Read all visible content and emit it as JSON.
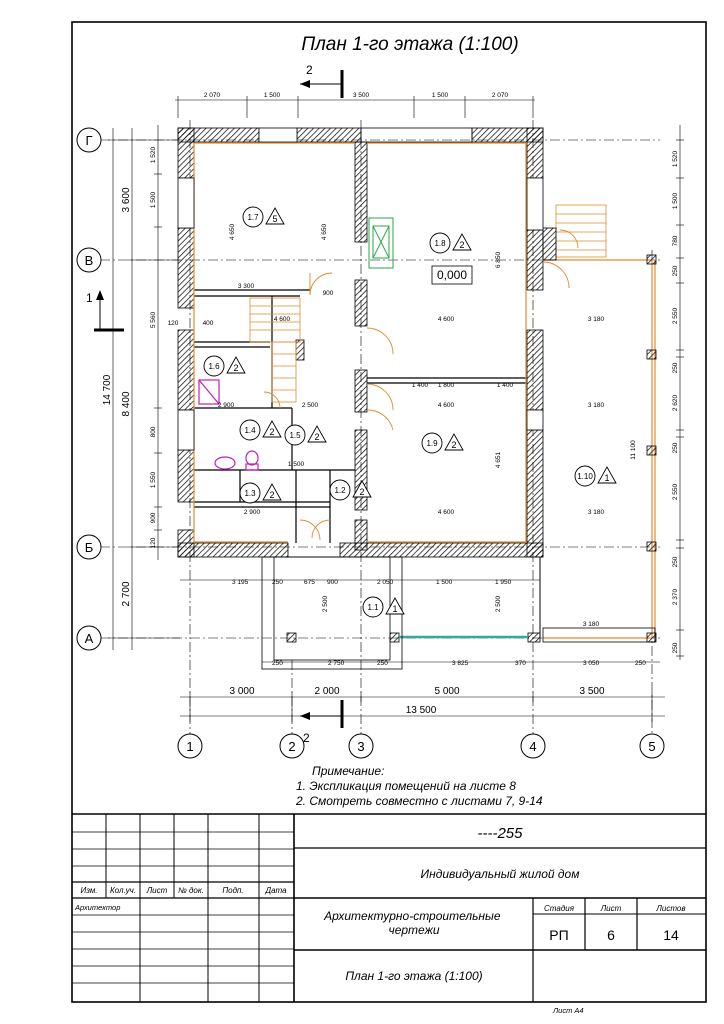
{
  "title": "План 1-го этажа (1:100)",
  "section_marks": {
    "top": "2",
    "bottom": "2",
    "left": "1"
  },
  "axes": {
    "horizontal": [
      "Г",
      "В",
      "Б",
      "А"
    ],
    "vertical": [
      "1",
      "2",
      "3",
      "4",
      "5"
    ]
  },
  "top_dims": [
    "2 070",
    "1 500",
    "3 500",
    "1 500",
    "2 070"
  ],
  "bottom_dims_row1": [
    "3 195",
    "250",
    "675",
    "900",
    "2 050",
    "1 500",
    "1 950"
  ],
  "bottom_dims_row2": [
    "250",
    "2 750",
    "250",
    "3 825",
    "370",
    "3 050",
    "250"
  ],
  "bottom_dims_row3": [
    "3 000",
    "2 000",
    "5 000",
    "3 500"
  ],
  "bottom_total": "13 500",
  "left_dims": [
    "3 600",
    "8 400",
    "2 700"
  ],
  "left_total": "14 700",
  "left_small_dims": [
    "1 520",
    "1 500",
    "5 560",
    "800",
    "1 550",
    "900",
    "120"
  ],
  "right_dims": [
    "1 520",
    "1 500",
    "780",
    "250",
    "2 550",
    "250",
    "2 620",
    "250",
    "2 550",
    "250",
    "2 370",
    "250"
  ],
  "interior_dims": [
    "3 300",
    "4 600",
    "4 600",
    "3 180",
    "4 600",
    "3 180",
    "4 600",
    "3 180",
    "1 400",
    "1 800",
    "1 400",
    "2 900",
    "2 500",
    "2 900",
    "1 500",
    "3 180",
    "4 650",
    "4 650",
    "6 850",
    "4 651",
    "11 100",
    "2 500",
    "2 500",
    "900",
    "400",
    "120"
  ],
  "rooms": [
    {
      "num": "1.1",
      "mark": "1"
    },
    {
      "num": "1.2",
      "mark": "2"
    },
    {
      "num": "1.3",
      "mark": "2"
    },
    {
      "num": "1.4",
      "mark": "2"
    },
    {
      "num": "1.5",
      "mark": "2"
    },
    {
      "num": "1.6",
      "mark": "2"
    },
    {
      "num": "1.7",
      "mark": "5"
    },
    {
      "num": "1.8",
      "mark": "2"
    },
    {
      "num": "1.9",
      "mark": "2"
    },
    {
      "num": "1.10",
      "mark": "1"
    }
  ],
  "level_mark": "0,000",
  "notes_heading": "Примечание:",
  "notes": [
    "1. Экспликация помещений на листе 8",
    "2. Смотреть совместно с листами 7, 9-14"
  ],
  "stamp": {
    "code": "----255",
    "project": "Индивидуальный жилой дом",
    "headers": [
      "Изм.",
      "Кол.уч.",
      "Лист",
      "№ док.",
      "Подп.",
      "Дата"
    ],
    "role": "Архитектор",
    "doc_type": "Архитектурно-строительные чертежи",
    "sheet_title": "План  1-го этажа (1:100)",
    "stage_label": "Стадия",
    "sheet_label": "Лист",
    "sheets_label": "Листов",
    "stage": "РП",
    "sheet": "6",
    "sheets": "14"
  },
  "format": "Лист А4",
  "colors": {
    "wall_hatch": "#000000",
    "orange": "#e38a2e",
    "green": "#2aa84a",
    "magenta": "#c21fb4",
    "teal": "#3aa6a0"
  }
}
